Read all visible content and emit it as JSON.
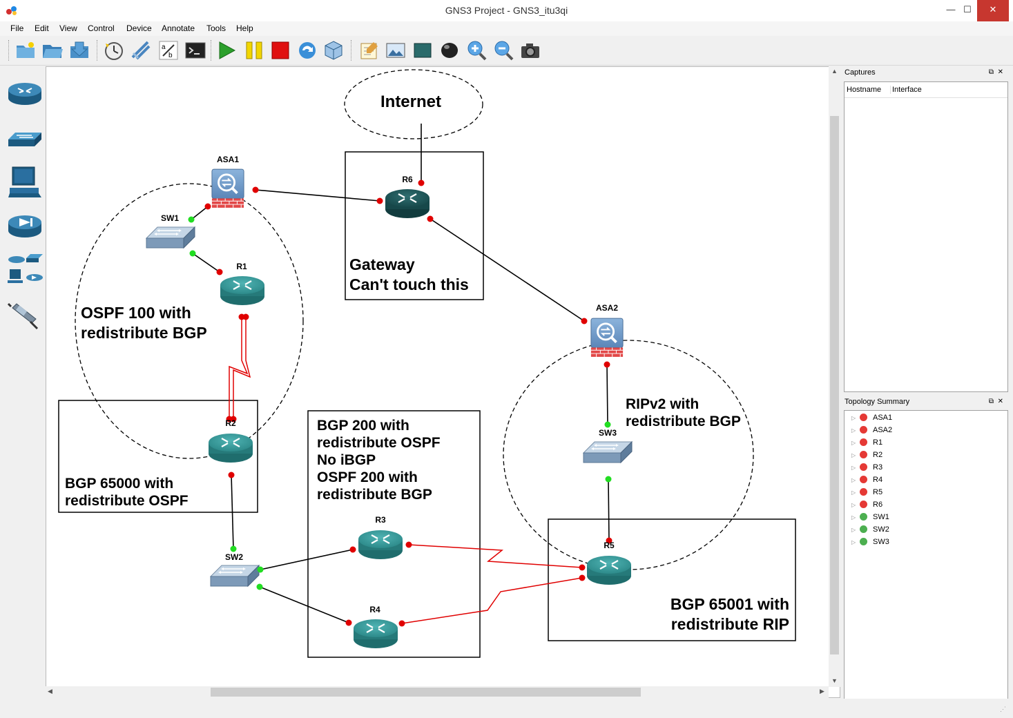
{
  "window": {
    "title": "GNS3 Project - GNS3_itu3qi",
    "minimize": "—",
    "maximize": "☐",
    "close": "✕"
  },
  "menu": [
    "File",
    "Edit",
    "View",
    "Control",
    "Device",
    "Annotate",
    "Tools",
    "Help"
  ],
  "toolbar": [
    "new-project-icon",
    "open-project-icon",
    "save-project-icon",
    "snapshot-icon",
    "show-interface-labels-icon",
    "toggle-labels-icon",
    "console-icon",
    "start-all-icon",
    "pause-all-icon",
    "stop-all-icon",
    "reload-icon",
    "virtualbox-icon",
    "add-note-icon",
    "insert-picture-icon",
    "draw-rectangle-icon",
    "draw-ellipse-icon",
    "zoom-in-icon",
    "zoom-out-icon",
    "screenshot-icon"
  ],
  "device_types": [
    "routers-icon",
    "switches-icon",
    "end-devices-icon",
    "security-devices-icon",
    "all-devices-icon",
    "add-link-icon"
  ],
  "topology": {
    "internet_label": "Internet",
    "nodes": [
      {
        "name": "ASA1",
        "type": "firewall"
      },
      {
        "name": "ASA2",
        "type": "firewall"
      },
      {
        "name": "R6",
        "type": "router"
      },
      {
        "name": "SW1",
        "type": "switch"
      },
      {
        "name": "R1",
        "type": "router"
      },
      {
        "name": "R2",
        "type": "router"
      },
      {
        "name": "SW2",
        "type": "switch"
      },
      {
        "name": "R3",
        "type": "router"
      },
      {
        "name": "R4",
        "type": "router"
      },
      {
        "name": "SW3",
        "type": "switch"
      },
      {
        "name": "R5",
        "type": "router"
      }
    ],
    "notes": {
      "gateway": [
        "Gateway",
        "Can't touch this"
      ],
      "ospf100": [
        "OSPF 100 with",
        "redistribute BGP"
      ],
      "bgp65000": [
        "BGP 65000 with",
        "redistribute OSPF"
      ],
      "bgp200": [
        "BGP 200 with",
        "redistribute OSPF",
        "No iBGP",
        "OSPF 200 with",
        "redistribute BGP"
      ],
      "rip": [
        "RIPv2 with",
        "redistribute BGP"
      ],
      "bgp65001": [
        "BGP 65001 with",
        "redistribute RIP"
      ]
    }
  },
  "captures": {
    "title": "Captures",
    "columns": [
      "Hostname",
      "Interface"
    ]
  },
  "summary": {
    "title": "Topology Summary",
    "items": [
      {
        "name": "ASA1",
        "status": "stopped"
      },
      {
        "name": "ASA2",
        "status": "stopped"
      },
      {
        "name": "R1",
        "status": "stopped"
      },
      {
        "name": "R2",
        "status": "stopped"
      },
      {
        "name": "R3",
        "status": "stopped"
      },
      {
        "name": "R4",
        "status": "stopped"
      },
      {
        "name": "R5",
        "status": "stopped"
      },
      {
        "name": "R6",
        "status": "stopped"
      },
      {
        "name": "SW1",
        "status": "running"
      },
      {
        "name": "SW2",
        "status": "running"
      },
      {
        "name": "SW3",
        "status": "running"
      }
    ]
  },
  "colors": {
    "stopped": "#e53935",
    "running": "#4caf50",
    "link": "#000000",
    "serial": "#e00000"
  }
}
